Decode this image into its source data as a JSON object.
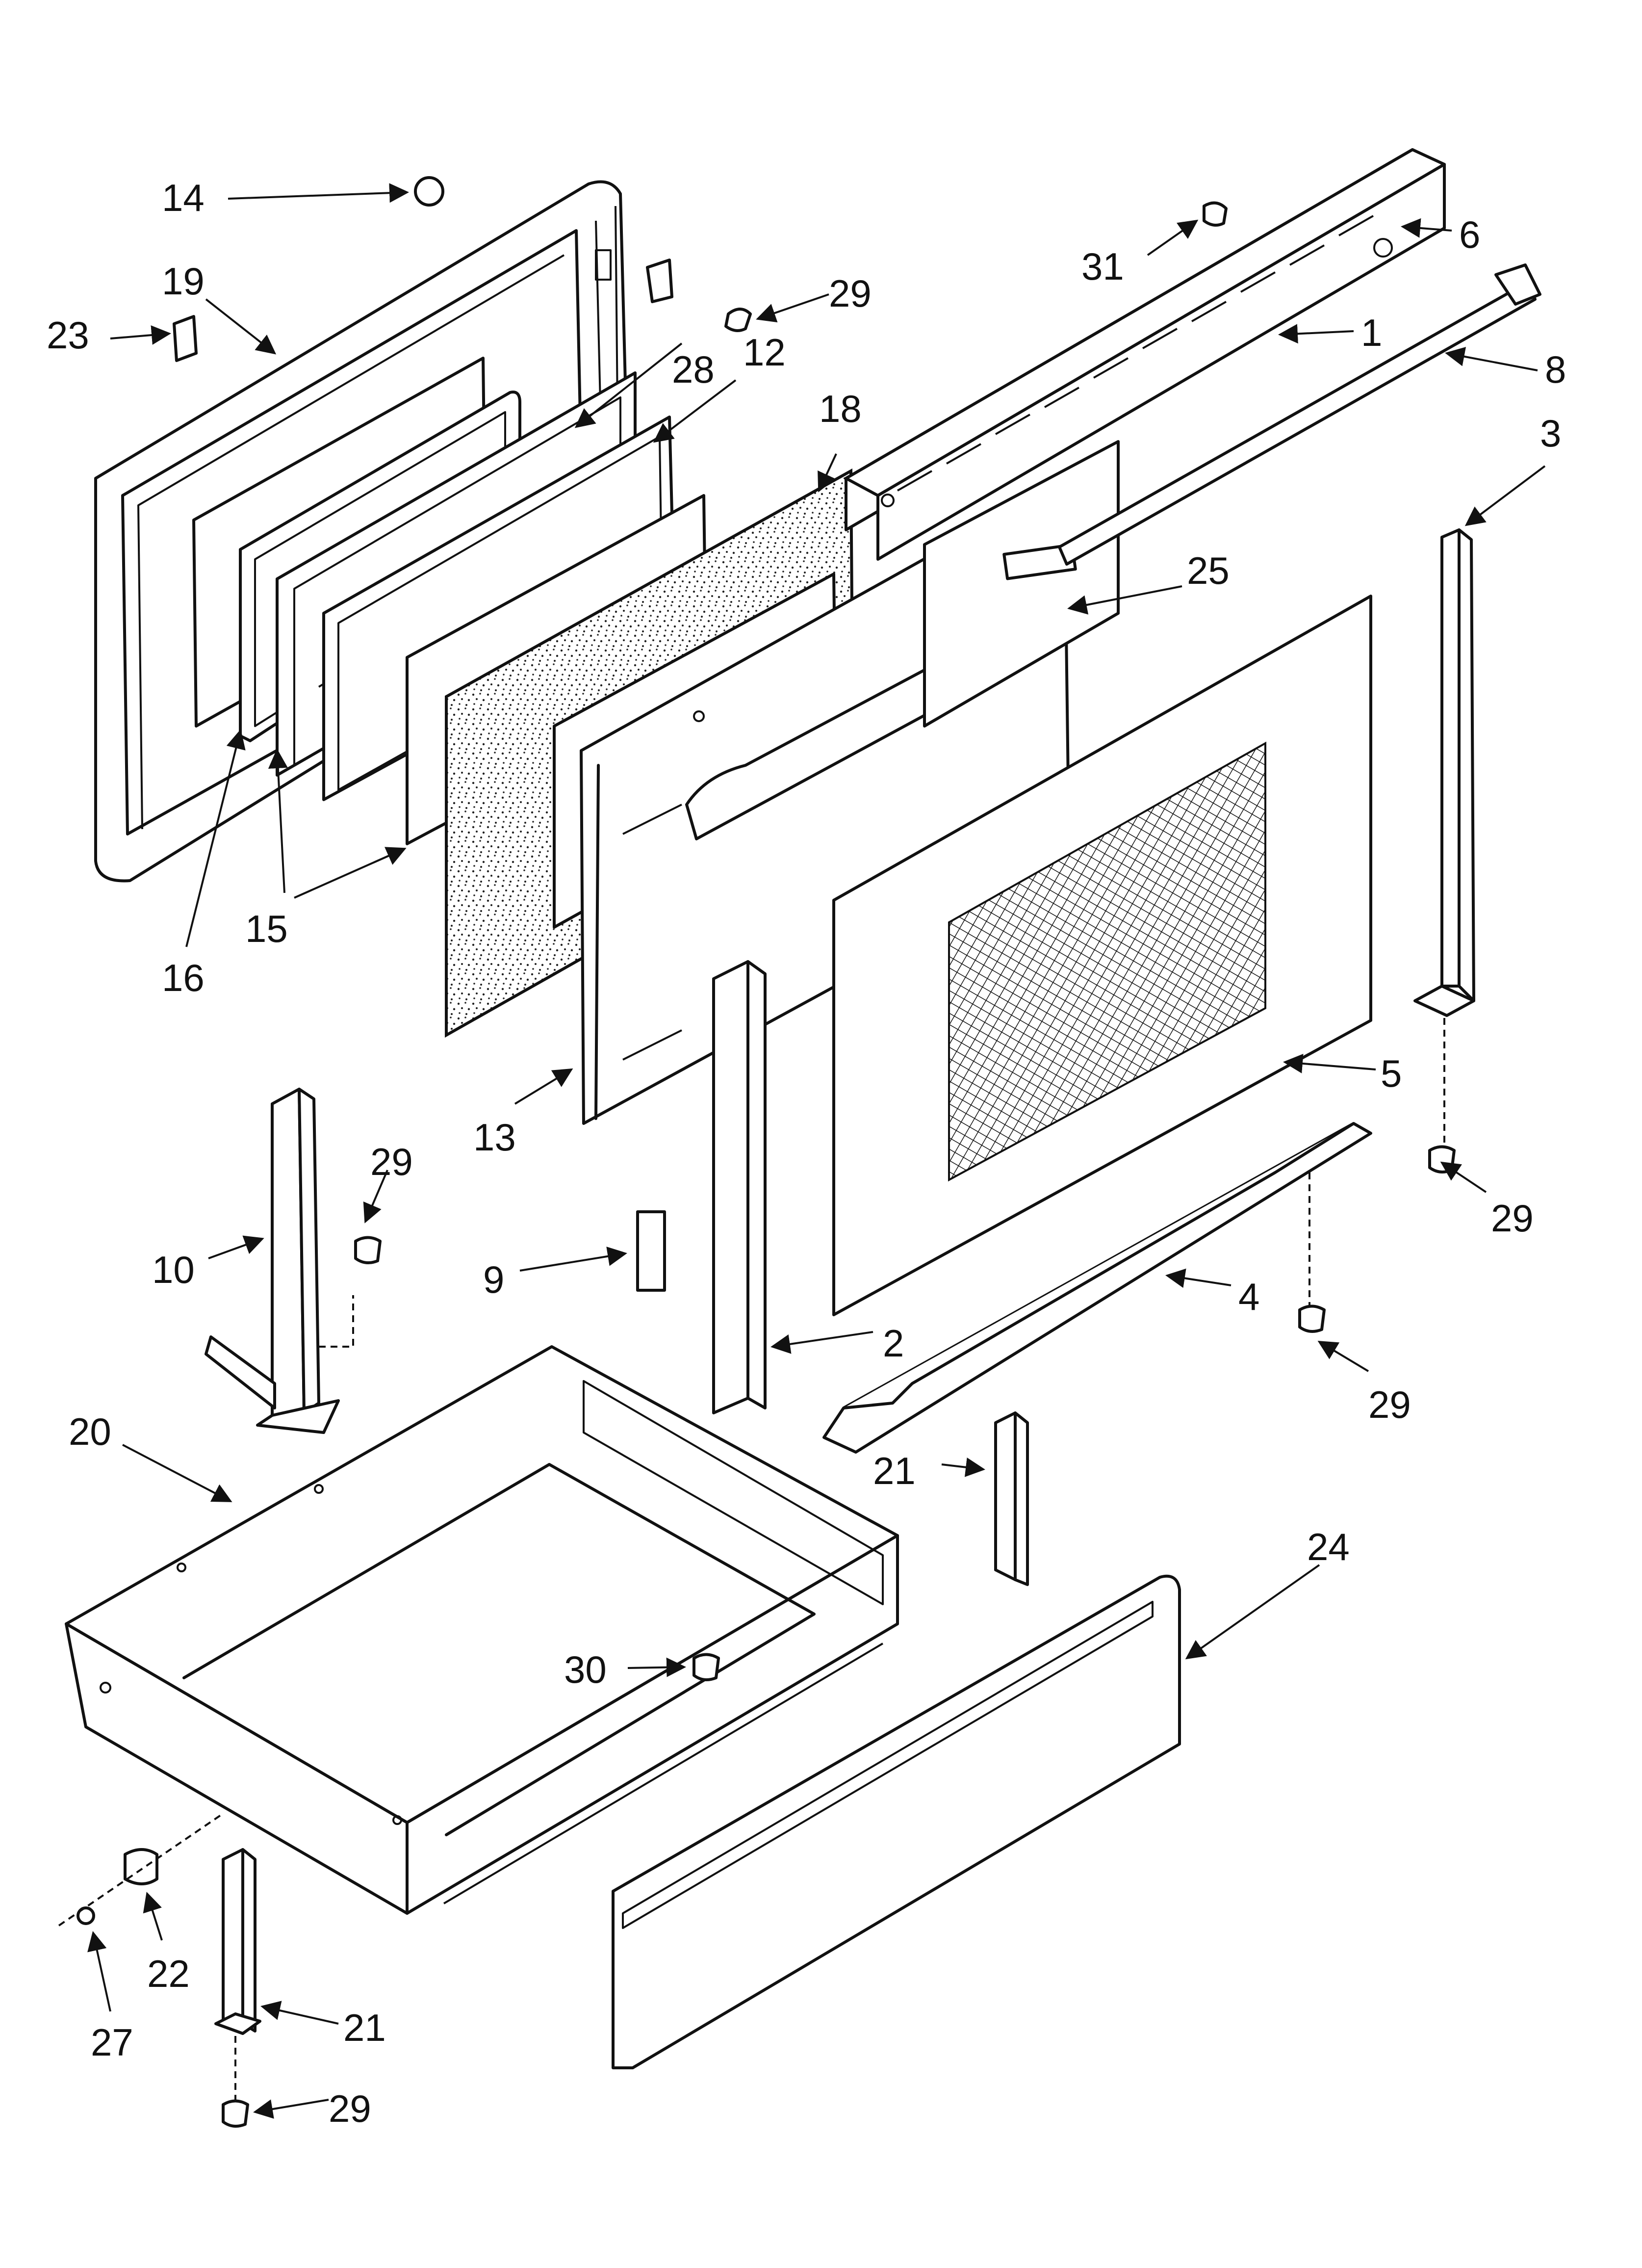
{
  "callouts": [
    {
      "id": "c14",
      "text": "14"
    },
    {
      "id": "c19",
      "text": "19"
    },
    {
      "id": "c23",
      "text": "23"
    },
    {
      "id": "c29a",
      "text": "29"
    },
    {
      "id": "c28",
      "text": "28"
    },
    {
      "id": "c12",
      "text": "12"
    },
    {
      "id": "c18",
      "text": "18"
    },
    {
      "id": "c31",
      "text": "31"
    },
    {
      "id": "c6",
      "text": "6"
    },
    {
      "id": "c1",
      "text": "1"
    },
    {
      "id": "c8",
      "text": "8"
    },
    {
      "id": "c3",
      "text": "3"
    },
    {
      "id": "c25",
      "text": "25"
    },
    {
      "id": "c16",
      "text": "16"
    },
    {
      "id": "c15",
      "text": "15"
    },
    {
      "id": "c13",
      "text": "13"
    },
    {
      "id": "c5",
      "text": "5"
    },
    {
      "id": "c29b",
      "text": "29"
    },
    {
      "id": "c10",
      "text": "10"
    },
    {
      "id": "c9",
      "text": "9"
    },
    {
      "id": "c2",
      "text": "2"
    },
    {
      "id": "c4",
      "text": "4"
    },
    {
      "id": "c29c",
      "text": "29"
    },
    {
      "id": "c29d",
      "text": "29"
    },
    {
      "id": "c20",
      "text": "20"
    },
    {
      "id": "c21a",
      "text": "21"
    },
    {
      "id": "c24",
      "text": "24"
    },
    {
      "id": "c30",
      "text": "30"
    },
    {
      "id": "c22",
      "text": "22"
    },
    {
      "id": "c27",
      "text": "27"
    },
    {
      "id": "c21b",
      "text": "21"
    },
    {
      "id": "c29e",
      "text": "29"
    }
  ]
}
